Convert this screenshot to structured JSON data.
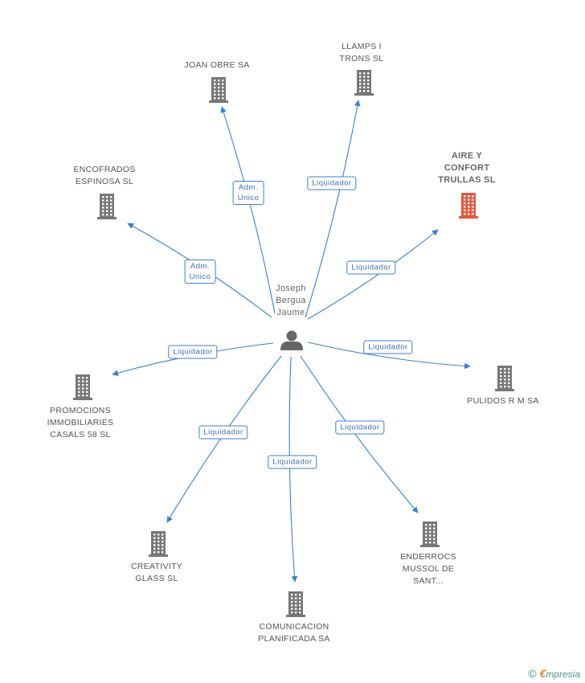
{
  "center": {
    "name_lines": [
      "Joseph",
      "Bergua",
      "Jaume"
    ],
    "icon": "person-icon"
  },
  "companies": [
    {
      "id": "joan-obre",
      "lines": [
        "JOAN OBRE SA"
      ],
      "role_lines": [
        "Adm.",
        "Unico"
      ],
      "highlight": false
    },
    {
      "id": "llamps-i-trons",
      "lines": [
        "LLAMPS I",
        "TRONS SL"
      ],
      "role_lines": [
        "Liquidador"
      ],
      "highlight": false
    },
    {
      "id": "aire-y-confort",
      "lines": [
        "AIRE Y",
        "CONFORT",
        "TRULLAS SL"
      ],
      "role_lines": [
        "Liquidador"
      ],
      "highlight": true
    },
    {
      "id": "encofrados-espinosa",
      "lines": [
        "ENCOFRADOS",
        "ESPINOSA SL"
      ],
      "role_lines": [
        "Adm.",
        "Unico"
      ],
      "highlight": false
    },
    {
      "id": "pulidos-r-m",
      "lines": [
        "PULIDOS R M SA"
      ],
      "role_lines": [
        "Liquidador"
      ],
      "highlight": false
    },
    {
      "id": "promocions-immobiliaries",
      "lines": [
        "PROMOCIONS",
        "IMMOBILIARIES",
        "CASALS 58 SL"
      ],
      "role_lines": [
        "Liquidador"
      ],
      "highlight": false
    },
    {
      "id": "creativity-glass",
      "lines": [
        "CREATIVITY",
        "GLASS SL"
      ],
      "role_lines": [
        "Liquidador"
      ],
      "highlight": false
    },
    {
      "id": "comunicacion-planificada",
      "lines": [
        "COMUNICACION",
        "PLANIFICADA SA"
      ],
      "role_lines": [
        "Liquidador"
      ],
      "highlight": false
    },
    {
      "id": "enderrocs-mussol",
      "lines": [
        "ENDERROCS",
        "MUSSOL DE",
        "SANT..."
      ],
      "role_lines": [
        "Liquidador"
      ],
      "highlight": false
    }
  ],
  "colors": {
    "edge": "#3a7fd4",
    "building": "#777777",
    "building_highlight": "#e8563a",
    "person": "#666666"
  },
  "footer": {
    "copyright_symbol": "©",
    "brand_first": "€",
    "brand_rest": "mpresia"
  }
}
